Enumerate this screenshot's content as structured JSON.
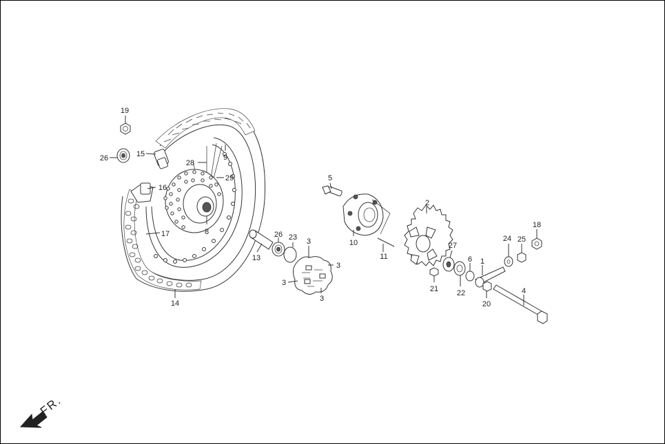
{
  "diagram": {
    "direction_label": "FR.",
    "parts": [
      {
        "id": "p1",
        "label": "1"
      },
      {
        "id": "p2",
        "label": "2"
      },
      {
        "id": "p3a",
        "label": "3"
      },
      {
        "id": "p3b",
        "label": "3"
      },
      {
        "id": "p3c",
        "label": "3"
      },
      {
        "id": "p3d",
        "label": "3"
      },
      {
        "id": "p4",
        "label": "4"
      },
      {
        "id": "p5",
        "label": "5"
      },
      {
        "id": "p6",
        "label": "6"
      },
      {
        "id": "p8",
        "label": "8"
      },
      {
        "id": "p9",
        "label": "9"
      },
      {
        "id": "p10",
        "label": "10"
      },
      {
        "id": "p11",
        "label": "11"
      },
      {
        "id": "p13",
        "label": "13"
      },
      {
        "id": "p14",
        "label": "14"
      },
      {
        "id": "p15",
        "label": "15"
      },
      {
        "id": "p16",
        "label": "16"
      },
      {
        "id": "p17",
        "label": "17"
      },
      {
        "id": "p18",
        "label": "18"
      },
      {
        "id": "p19",
        "label": "19"
      },
      {
        "id": "p20",
        "label": "20"
      },
      {
        "id": "p21",
        "label": "21"
      },
      {
        "id": "p22",
        "label": "22"
      },
      {
        "id": "p23",
        "label": "23"
      },
      {
        "id": "p24",
        "label": "24"
      },
      {
        "id": "p25",
        "label": "25"
      },
      {
        "id": "p26a",
        "label": "26"
      },
      {
        "id": "p26b",
        "label": "26"
      },
      {
        "id": "p27",
        "label": "27"
      },
      {
        "id": "p28",
        "label": "28"
      },
      {
        "id": "p29",
        "label": "29"
      }
    ]
  }
}
